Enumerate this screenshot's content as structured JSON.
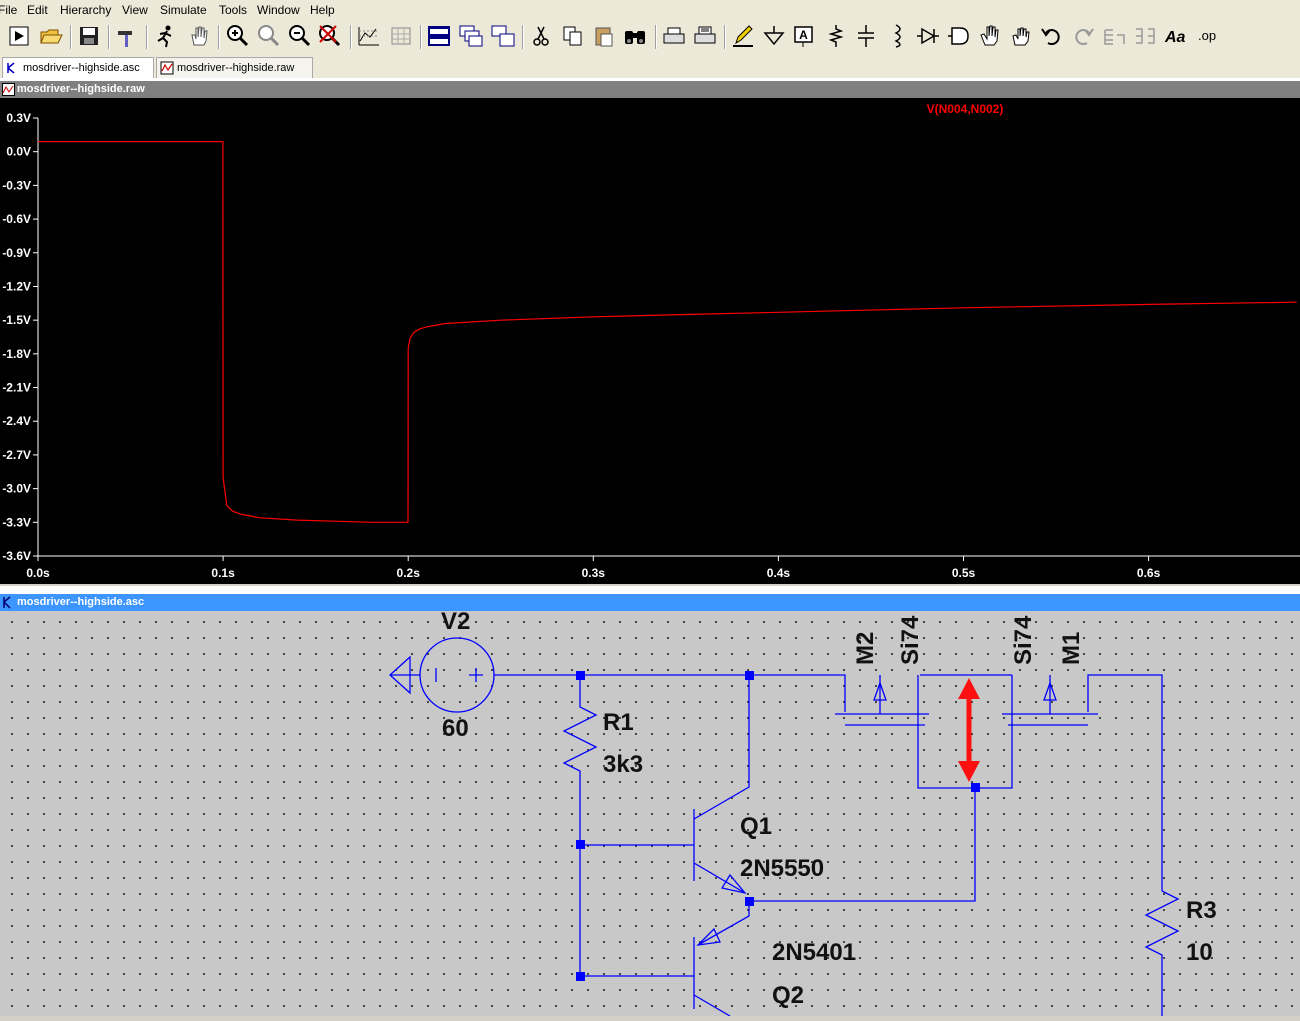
{
  "menu": [
    "File",
    "Edit",
    "Hierarchy",
    "View",
    "Simulate",
    "Tools",
    "Window",
    "Help"
  ],
  "tabs": [
    {
      "label": "mosdriver--highside.asc",
      "icon": "schematic-icon"
    },
    {
      "label": "mosdriver--highside.raw",
      "icon": "waveform-icon"
    }
  ],
  "plot_window": {
    "title": "mosdriver--highside.raw"
  },
  "schematic_window": {
    "title": "mosdriver--highside.asc"
  },
  "colors": {
    "trace": "#ff0000",
    "wire": "#0000ff",
    "junction": "#0000ff",
    "plot_bg": "#000000",
    "titlebar_active": "#3d95ff",
    "titlebar_inactive": "#808080"
  },
  "chart_data": {
    "type": "line",
    "series": [
      {
        "name": "V(N004,N002)",
        "x": [
          0.0,
          0.0999,
          0.1,
          0.102,
          0.105,
          0.11,
          0.12,
          0.14,
          0.16,
          0.18,
          0.1999,
          0.2,
          0.201,
          0.203,
          0.206,
          0.21,
          0.22,
          0.25,
          0.3,
          0.35,
          0.4,
          0.5,
          0.6,
          0.68
        ],
        "y": [
          0.09,
          0.09,
          -2.9,
          -3.15,
          -3.2,
          -3.23,
          -3.26,
          -3.28,
          -3.29,
          -3.3,
          -3.3,
          -1.75,
          -1.66,
          -1.61,
          -1.58,
          -1.56,
          -1.53,
          -1.5,
          -1.47,
          -1.45,
          -1.43,
          -1.39,
          -1.36,
          -1.34
        ]
      }
    ],
    "xlim": [
      0.0,
      0.68
    ],
    "ylim": [
      -3.6,
      0.3
    ],
    "x_ticks": [
      "0.0s",
      "0.1s",
      "0.2s",
      "0.3s",
      "0.4s",
      "0.5s",
      "0.6s"
    ],
    "x_tick_values": [
      0.0,
      0.1,
      0.2,
      0.3,
      0.4,
      0.5,
      0.6
    ],
    "y_ticks": [
      "0.3V",
      "0.0V",
      "-0.3V",
      "-0.6V",
      "-0.9V",
      "-1.2V",
      "-1.5V",
      "-1.8V",
      "-2.1V",
      "-2.4V",
      "-2.7V",
      "-3.0V",
      "-3.3V",
      "-3.6V"
    ],
    "y_tick_values": [
      0.3,
      0.0,
      -0.3,
      -0.6,
      -0.9,
      -1.2,
      -1.5,
      -1.8,
      -2.1,
      -2.4,
      -2.7,
      -3.0,
      -3.3,
      -3.6
    ],
    "grid": false,
    "legend": "top-center"
  },
  "schematic": {
    "v2": {
      "name": "V2",
      "value": "60"
    },
    "r1": {
      "name": "R1",
      "value": "3k3"
    },
    "q1": {
      "name": "Q1",
      "value": "2N5550"
    },
    "q2": {
      "name": "Q2",
      "value": "2N5401"
    },
    "m2": {
      "name": "M2",
      "value": "Si74"
    },
    "m1": {
      "name": "M1",
      "value": "Si74"
    },
    "r3": {
      "name": "R3",
      "value": "10"
    }
  }
}
